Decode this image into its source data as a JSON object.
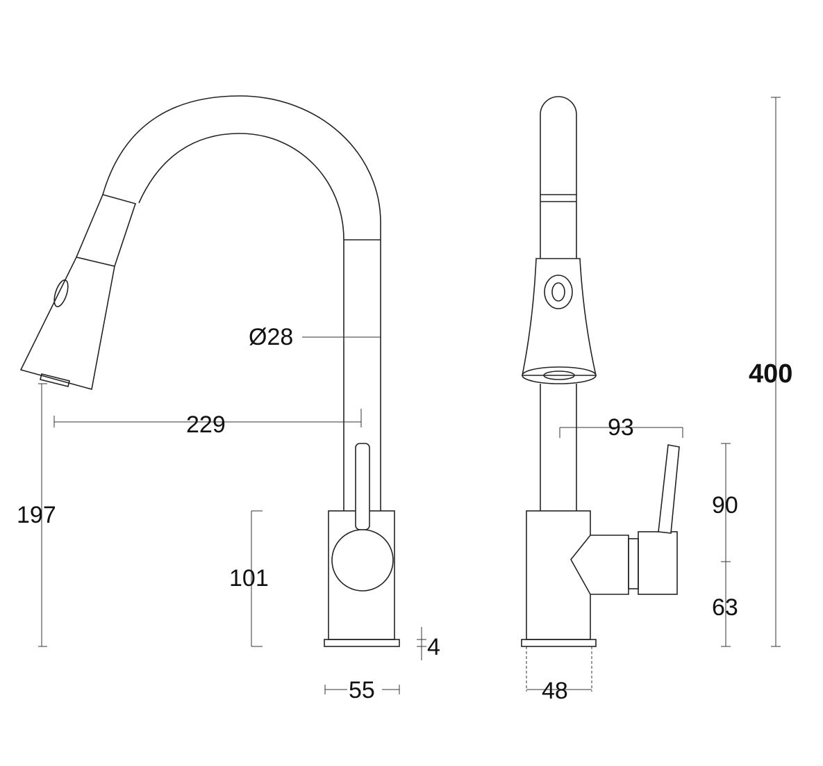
{
  "title": "Pull-out kitchen faucet dimension drawing",
  "dimensions": {
    "pipe_diameter": "Ø28",
    "spout_reach": "229",
    "spout_height": "197",
    "body_height": "101",
    "base_thickness": "4",
    "base_width_front": "55",
    "handle_reach": "93",
    "handle_height": "90",
    "handle_axis_height": "63",
    "base_width_side": "48",
    "total_height": "400"
  },
  "colors": {
    "line": "#222222",
    "background": "#ffffff"
  }
}
